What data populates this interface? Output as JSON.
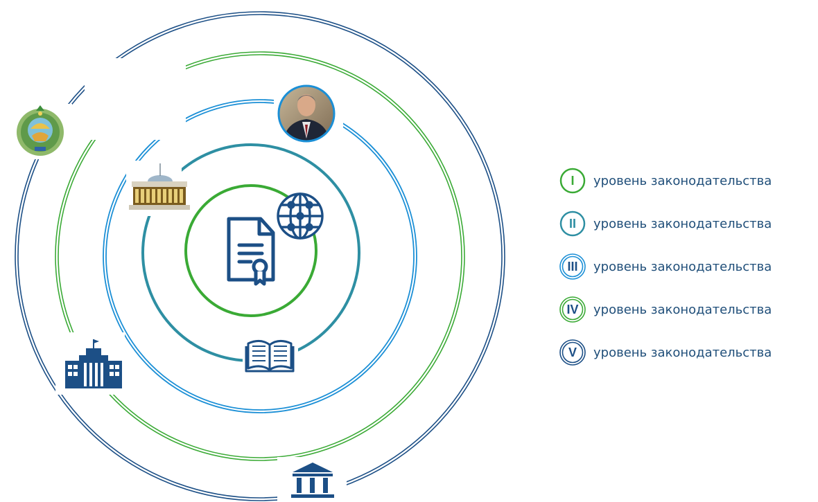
{
  "diagram": {
    "center_icon": "document-certificate-icon",
    "levels": [
      {
        "numeral": "I",
        "label": "уровень законодательства",
        "color": "#3aaa35",
        "style": "single"
      },
      {
        "numeral": "II",
        "label": "уровень законодательства",
        "color": "#2e8fa3",
        "style": "single"
      },
      {
        "numeral": "III",
        "label": "уровень законодательства",
        "color": "#1b8fd6",
        "style": "double"
      },
      {
        "numeral": "IV",
        "label": "уровень законодательства",
        "color": "#3aaa35",
        "style": "double"
      },
      {
        "numeral": "V",
        "label": "уровень законодательства",
        "color": "#1c4f86",
        "style": "double"
      }
    ],
    "ring_icons": [
      {
        "name": "globe-network-icon",
        "ring": "I"
      },
      {
        "name": "open-book-icon",
        "ring": "II"
      },
      {
        "name": "parliament-building-icon",
        "ring": "II"
      },
      {
        "name": "president-portrait",
        "ring": "III"
      },
      {
        "name": "government-building-icon",
        "ring": "IV"
      },
      {
        "name": "state-emblem",
        "ring": "V"
      },
      {
        "name": "courthouse-icon",
        "ring": "V"
      }
    ]
  }
}
